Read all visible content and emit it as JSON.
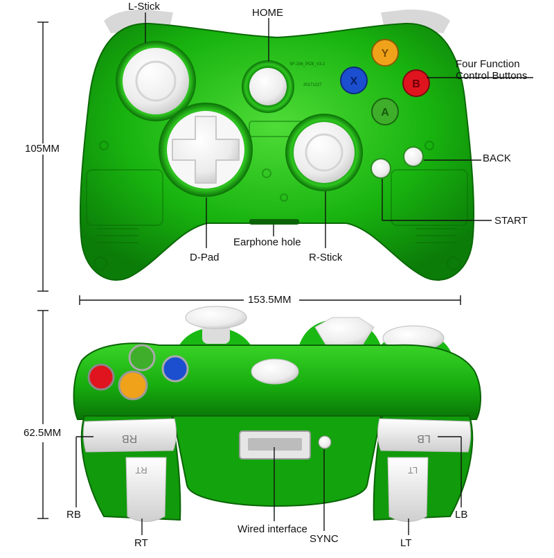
{
  "top_view": {
    "labels": {
      "l_stick": "L-Stick",
      "home": "HOME",
      "four_function_line1": "Four Function",
      "four_function_line2": "Control Buttons",
      "back": "BACK",
      "start": "START",
      "earphone_hole": "Earphone hole",
      "d_pad": "D-Pad",
      "r_stick": "R-Stick"
    },
    "dimensions": {
      "height": "105MM",
      "width": "153.5MM"
    },
    "face_buttons": [
      {
        "letter": "Y",
        "color": "#f0a21a"
      },
      {
        "letter": "X",
        "color": "#1b4fd0"
      },
      {
        "letter": "B",
        "color": "#e0141e"
      },
      {
        "letter": "A",
        "color": "#3fae2a"
      }
    ],
    "pcb_text": [
      "SF-156_PCB_V3.2",
      "20171227"
    ]
  },
  "front_view": {
    "labels": {
      "rb": "RB",
      "rt": "RT",
      "wired_interface": "Wired interface",
      "sync": "SYNC",
      "lt": "LT",
      "lb": "LB"
    },
    "dimensions": {
      "height": "62.5MM"
    },
    "bumper_text": {
      "rb": "RB",
      "lb": "LB",
      "rt": "RT",
      "lt": "LT"
    }
  },
  "colors": {
    "shell": "#15b10e",
    "shell_dark": "#0a7a08",
    "shell_light": "#5ee04a",
    "white_part": "#f2f2f2"
  }
}
